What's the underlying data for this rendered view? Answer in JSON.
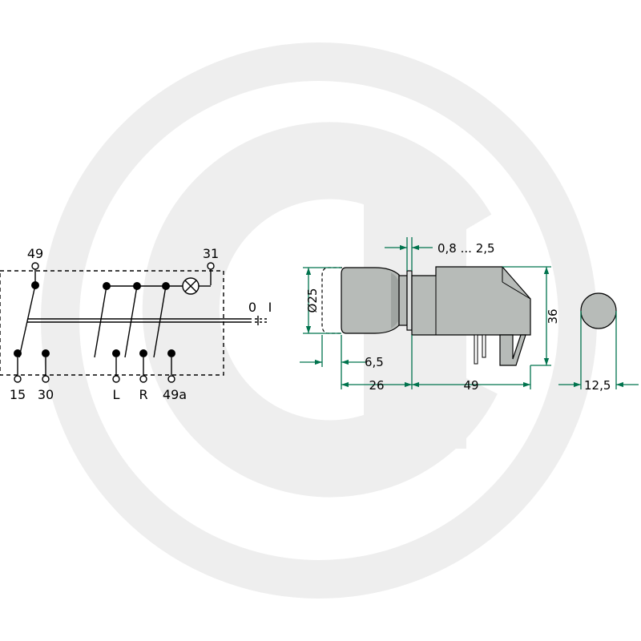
{
  "colors": {
    "background": "#ffffff",
    "watermark": "#eeeeee",
    "line": "#000000",
    "dimension": "#00734d",
    "body_fill": "#b7bbb8",
    "body_shade": "#9fa4a1"
  },
  "icons": {
    "watermark": "g-logo-watermark",
    "lamp": "indicator-lamp-icon"
  },
  "schematic": {
    "terminals_top": {
      "t49": "49",
      "t31": "31"
    },
    "terminals_bottom": {
      "t15": "15",
      "t30": "30",
      "tL": "L",
      "tR": "R",
      "t49a": "49a"
    },
    "positions": {
      "off": "0",
      "on": "I"
    }
  },
  "dimensions": {
    "thickness": "0,8 ... 2,5",
    "diameter": "Ø25",
    "height": "36",
    "knob_offset": "6,5",
    "knob_length": "26",
    "body_length": "49",
    "knob_face": "12,5"
  }
}
